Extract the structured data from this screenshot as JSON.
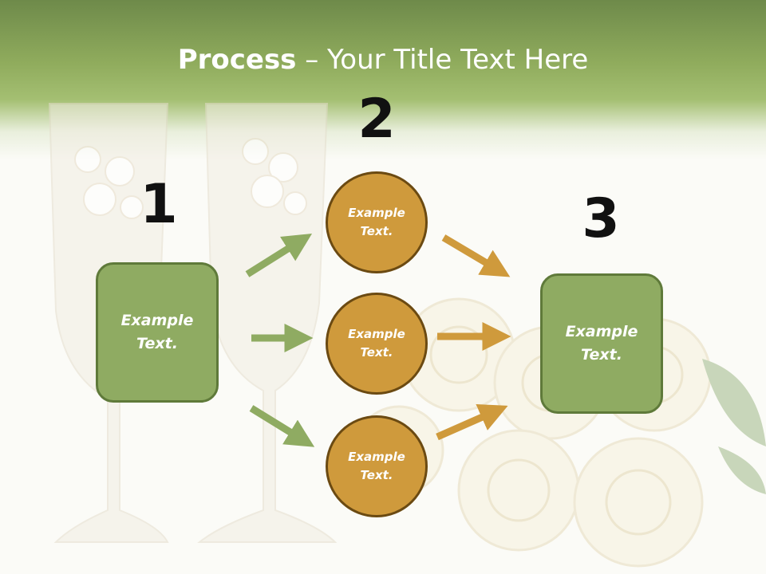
{
  "title": {
    "bold": "Process",
    "rest": " – Your Title Text Here"
  },
  "steps": [
    {
      "number": "1",
      "text": "Example\nText."
    },
    {
      "number": "2",
      "items": [
        {
          "text": "Example\nText."
        },
        {
          "text": "Example\nText."
        },
        {
          "text": "Example\nText."
        }
      ]
    },
    {
      "number": "3",
      "text": "Example\nText."
    }
  ],
  "colors": {
    "header": "#90ac5d",
    "box_fill": "#8fab62",
    "box_border": "#5f7a3a",
    "circle_fill": "#cf9a3c",
    "circle_border": "#6b4a12",
    "green_arrow": "#8fab62",
    "orange_arrow": "#cf9a3c"
  }
}
